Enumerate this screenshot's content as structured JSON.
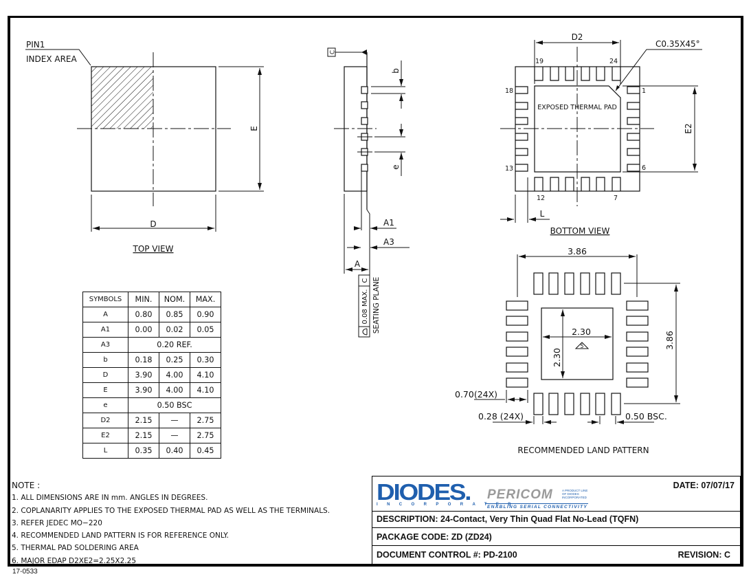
{
  "document": {
    "number": "17-0533"
  },
  "top_view": {
    "title": "TOP VIEW",
    "pin1_label_line1": "PIN1",
    "pin1_label_line2": "INDEX AREA",
    "dim_width": "D",
    "dim_height": "E"
  },
  "side_view": {
    "datum": "C",
    "dim_b": "b",
    "dim_e": "e",
    "dim_A1": "A1",
    "dim_A3": "A3",
    "dim_A": "A",
    "coplanarity_value": "0.08 MAX.",
    "coplanarity_datum": "C",
    "seating_plane": "SEATING PLANE"
  },
  "bottom_view": {
    "title": "BOTTOM VIEW",
    "dim_d2": "D2",
    "dim_e2": "E2",
    "dim_l": "L",
    "chamfer_note": "C0.35X45°",
    "pad_label": "EXPOSED THERMAL PAD",
    "pin_labels": {
      "p19": "19",
      "p24": "24",
      "p18": "18",
      "p1": "1",
      "p13": "13",
      "p6": "6",
      "p12": "12",
      "p7": "7"
    }
  },
  "land_pattern": {
    "title": "RECOMMENDED LAND PATTERN",
    "overall_width": "3.86",
    "overall_height": "3.86",
    "pad_width": "2.30",
    "pad_height": "2.30",
    "note_ref": "5",
    "pad_length": "0.70(24X)",
    "pad_w": "0.28  (24X)",
    "pitch": "0.50  BSC."
  },
  "dimension_table": {
    "headers": [
      "SYMBOLS",
      "MIN.",
      "NOM.",
      "MAX."
    ],
    "rows": [
      {
        "symbol": "A",
        "min": "0.80",
        "nom": "0.85",
        "max": "0.90"
      },
      {
        "symbol": "A1",
        "min": "0.00",
        "nom": "0.02",
        "max": "0.05"
      },
      {
        "symbol": "A3",
        "merged": "0.20  REF."
      },
      {
        "symbol": "b",
        "min": "0.18",
        "nom": "0.25",
        "max": "0.30"
      },
      {
        "symbol": "D",
        "min": "3.90",
        "nom": "4.00",
        "max": "4.10"
      },
      {
        "symbol": "E",
        "min": "3.90",
        "nom": "4.00",
        "max": "4.10"
      },
      {
        "symbol": "e",
        "merged": "0.50  BSC"
      },
      {
        "symbol": "D2",
        "min": "2.15",
        "nom": "—",
        "max": "2.75"
      },
      {
        "symbol": "E2",
        "min": "2.15",
        "nom": "—",
        "max": "2.75"
      },
      {
        "symbol": "L",
        "min": "0.35",
        "nom": "0.40",
        "max": "0.45"
      }
    ]
  },
  "notes": {
    "heading": "NOTE :",
    "items": [
      "1. ALL DIMENSIONS ARE IN mm. ANGLES IN DEGREES.",
      "2. COPLANARITY APPLIES TO THE EXPOSED THERMAL PAD AS WELL AS THE TERMINALS.",
      "3. REFER JEDEC MO−220",
      "4. RECOMMENDED LAND PATTERN IS FOR REFERENCE ONLY.",
      "5. THERMAL PAD SOLDERING AREA",
      "6. MAJOR EDAP D2XE2=2.25X2.25"
    ]
  },
  "title_block": {
    "logo_main": "DIODES.",
    "logo_sub": "INCORPORATED",
    "logo_secondary": "PERICOM",
    "logo_secondary_note": "A PRODUCT LINE OF DIODES INCORPORATED",
    "logo_tagline": "ENABLING SERIAL CONNECTIVITY",
    "date": "DATE: 07/07/17",
    "description": "DESCRIPTION: 24-Contact, Very Thin Quad Flat No-Lead (TQFN)",
    "package_code": "PACKAGE CODE:  ZD  (ZD24)",
    "document_control": "DOCUMENT CONTROL #: PD-2100",
    "revision": "REVISION: C",
    "brand_color": "#1f5fae"
  }
}
